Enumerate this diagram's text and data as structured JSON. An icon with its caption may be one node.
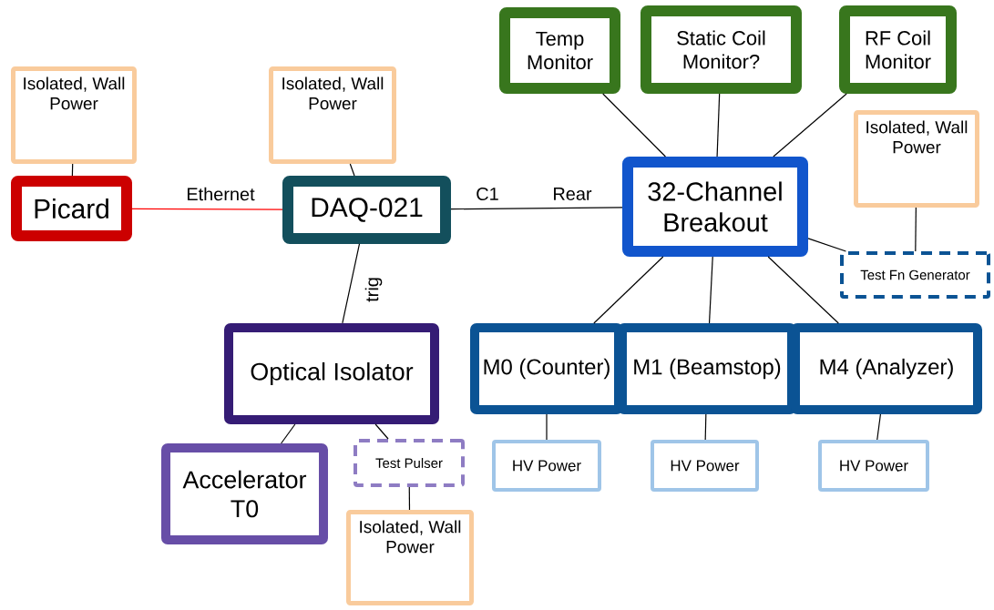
{
  "diagram": {
    "nodes": [
      {
        "text": [
          "Isolated, Wall Power"
        ]
      },
      {
        "text": [
          "Picard"
        ]
      },
      {
        "text": [
          "Isolated, Wall Power"
        ]
      },
      {
        "text": [
          "DAQ-021"
        ]
      },
      {
        "text": [
          "Temp Monitor"
        ]
      },
      {
        "text": [
          "Static Coil Monitor?"
        ]
      },
      {
        "text": [
          "RF Coil Monitor"
        ]
      },
      {
        "text": [
          "Isolated, Wall Power"
        ]
      },
      {
        "text": [
          "32-Channel Breakout"
        ]
      },
      {
        "text": [
          "Test Fn Generator"
        ]
      },
      {
        "text": [
          "Optical Isolator"
        ]
      },
      {
        "text": [
          "M0 (Counter)"
        ]
      },
      {
        "text": [
          "M1 (Beamstop)"
        ]
      },
      {
        "text": [
          "M4 (Analyzer)"
        ]
      },
      {
        "text": [
          "Accelerator T0"
        ]
      },
      {
        "text": [
          "Test Pulser"
        ]
      },
      {
        "text": [
          "Isolated, Wall Power"
        ]
      },
      {
        "text": [
          "HV Power"
        ]
      },
      {
        "text": [
          "HV Power"
        ]
      },
      {
        "text": [
          "HV Power"
        ]
      }
    ],
    "edges": [
      {
        "from": 0,
        "to": 1,
        "arrow": "none"
      },
      {
        "from": 2,
        "to": 3,
        "arrow": "none"
      },
      {
        "from": 1,
        "to": 3,
        "arrow": "none",
        "label": "Ethernet",
        "color": "#ff0000"
      },
      {
        "from": 3,
        "to": 8,
        "arrow": "none"
      },
      {
        "from": 4,
        "to": 8,
        "arrow": "none"
      },
      {
        "from": 5,
        "to": 8,
        "arrow": "none"
      },
      {
        "from": 6,
        "to": 8,
        "arrow": "none"
      },
      {
        "from": 8,
        "to": 9,
        "arrow": "none"
      },
      {
        "from": 7,
        "to": 9,
        "arrow": "none"
      },
      {
        "from": 8,
        "to": 11,
        "arrow": "none"
      },
      {
        "from": 8,
        "to": 12,
        "arrow": "none"
      },
      {
        "from": 8,
        "to": 13,
        "arrow": "none"
      },
      {
        "from": 3,
        "to": 10,
        "arrow": "none",
        "label": "trig"
      },
      {
        "from": 10,
        "to": 14,
        "arrow": "none"
      },
      {
        "from": 10,
        "to": 15,
        "arrow": "none"
      },
      {
        "from": 15,
        "to": 16,
        "arrow": "none"
      },
      {
        "from": 11,
        "to": 17,
        "arrow": "none"
      },
      {
        "from": 12,
        "to": 18,
        "arrow": "none"
      },
      {
        "from": 13,
        "to": 19,
        "arrow": "none"
      }
    ],
    "labels": [
      "C1",
      "Rear"
    ]
  }
}
